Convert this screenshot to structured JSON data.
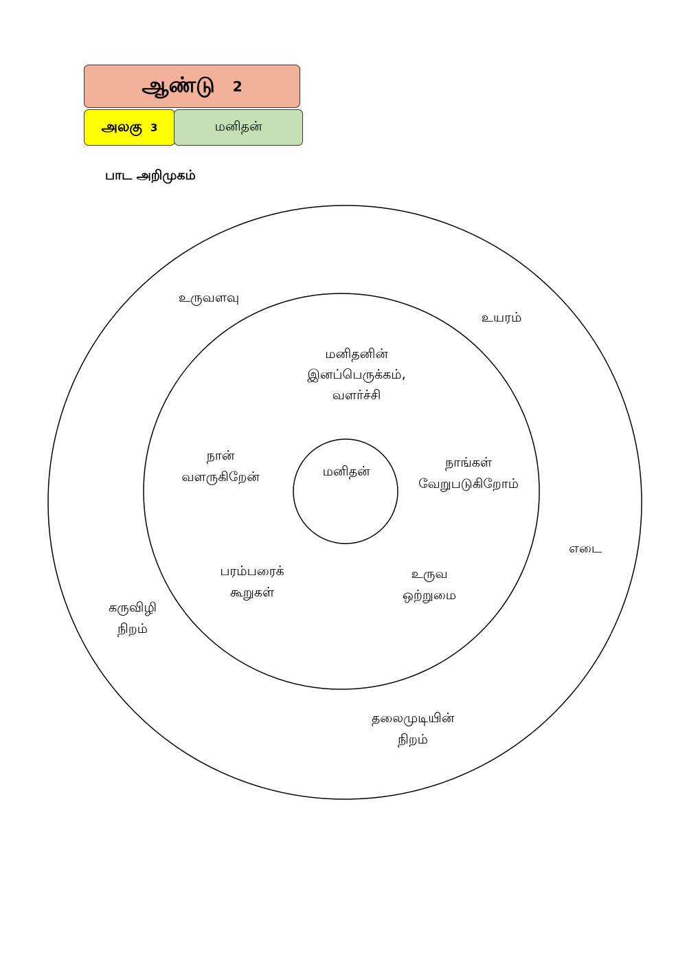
{
  "header": {
    "year_label": "ஆண்டு",
    "year_number": "2",
    "unit_label": "அலகு",
    "unit_number": "3",
    "topic": "மனிதன்",
    "colors": {
      "year_box": "#f4b19a",
      "unit_box": "#ffff00",
      "topic_box": "#c5e0b4"
    }
  },
  "section_title": "பாட அறிமுகம்",
  "diagram": {
    "center": "மனிதன்",
    "middle_ring": {
      "top": [
        "மனிதனின்",
        "இனப்பெருக்கம்,",
        "வளர்ச்சி"
      ],
      "left": [
        "நான்",
        "வளருகிறேன்"
      ],
      "right": [
        "நாங்கள்",
        "வேறுபடுகிறோம்"
      ],
      "bottom_left": [
        "பரம்பரைக்",
        "கூறுகள்"
      ],
      "bottom_right": [
        "உருவ",
        "ஒற்றுமை"
      ]
    },
    "outer_ring": {
      "top_left": [
        "உருவளவு"
      ],
      "top_right": [
        "உயரம்"
      ],
      "right": [
        "எடை"
      ],
      "bottom_left": [
        "கருவிழி",
        "நிறம்"
      ],
      "bottom": [
        "தலைமுடியின்",
        "நிறம்"
      ]
    }
  }
}
